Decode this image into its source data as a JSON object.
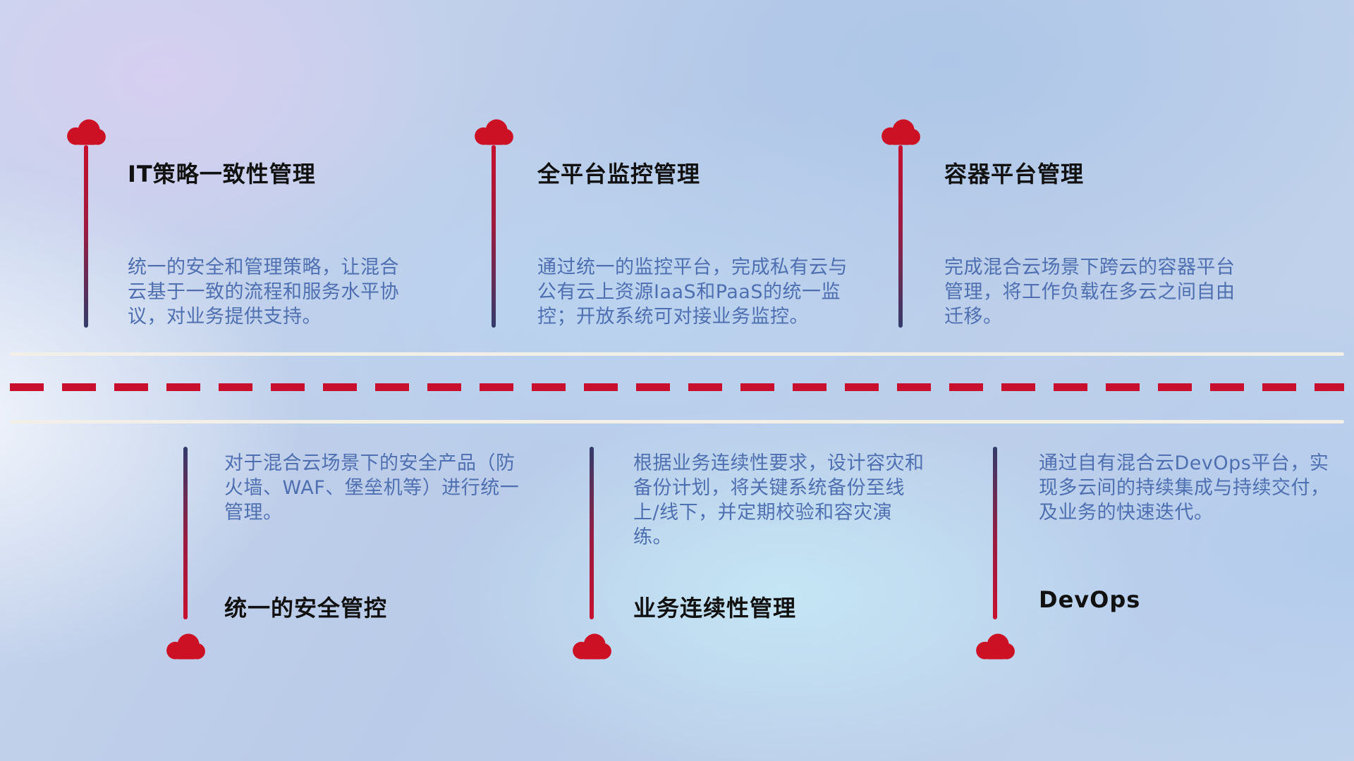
{
  "colors": {
    "accent_red": "#c8102e",
    "cloud_red": "#cd1125",
    "navy_line": "#333c6b",
    "description_blue": "#4f6fb0",
    "title_black": "#111111",
    "road_white": "#f2efe9"
  },
  "top_items": [
    {
      "title": "IT策略一致性管理",
      "description": "统一的安全和管理策略，让混合云基于一致的流程和服务水平协议，对业务提供支持。"
    },
    {
      "title": "全平台监控管理",
      "description": "通过统一的监控平台，完成私有云与公有云上资源IaaS和PaaS的统一监控；开放系统可对接业务监控。"
    },
    {
      "title": "容器平台管理",
      "description": "完成混合云场景下跨云的容器平台管理，将工作负载在多云之间自由迁移。"
    }
  ],
  "bottom_items": [
    {
      "title": "统一的安全管控",
      "description": "对于混合云场景下的安全产品（防火墙、WAF、堡垒机等）进行统一管理。"
    },
    {
      "title": "业务连续性管理",
      "description": "根据业务连续性要求，设计容灾和备份计划，将关键系统备份至线上/线下，并定期校验和容灾演练。"
    },
    {
      "title": "DevOps",
      "description": "通过自有混合云DevOps平台，实现多云间的持续集成与持续交付，及业务的快速迭代。"
    }
  ]
}
